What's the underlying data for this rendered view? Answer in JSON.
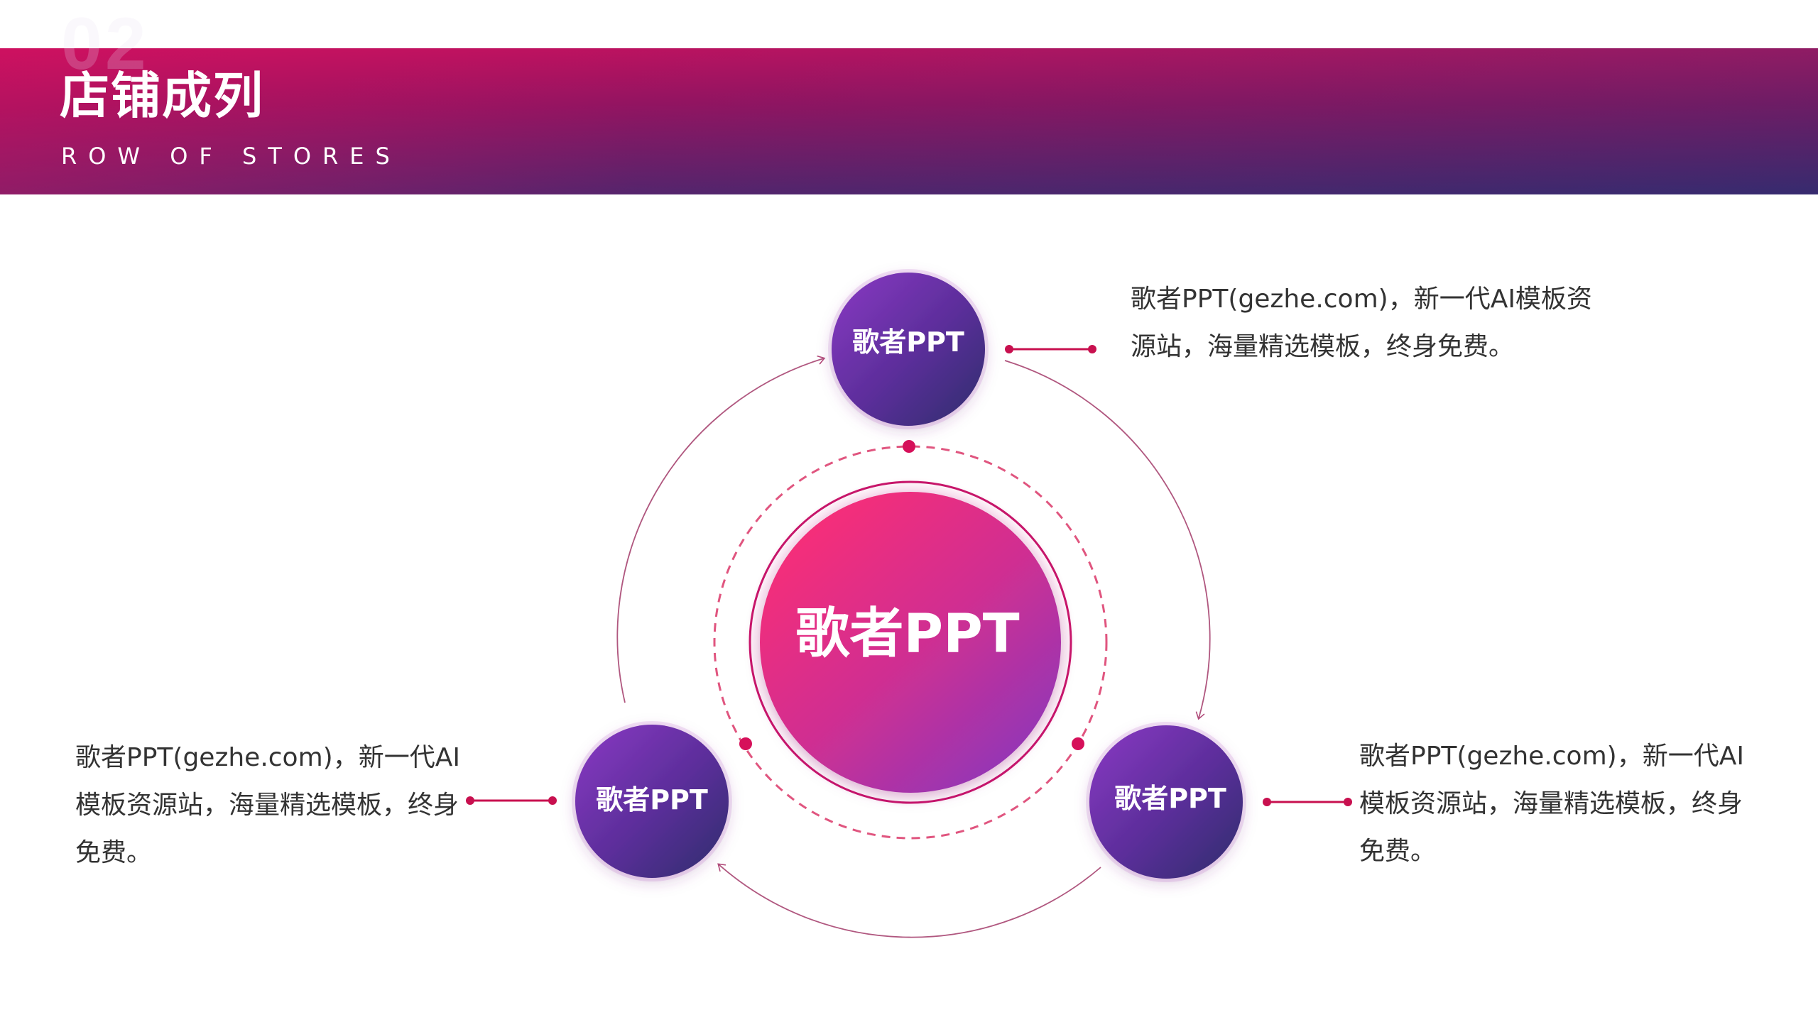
{
  "header": {
    "page_number": "02",
    "title": "店铺成列",
    "subtitle": "ROW OF STORES"
  },
  "diagram": {
    "center_label": "歌者PPT",
    "nodes": [
      {
        "id": "top",
        "label": "歌者PPT",
        "description": "歌者PPT(gezhe.com)，新一代AI模板资源站，海量精选模板，终身免费。"
      },
      {
        "id": "left",
        "label": "歌者PPT",
        "description": "歌者PPT(gezhe.com)，新一代AI模板资源站，海量精选模板，终身免费。"
      },
      {
        "id": "right",
        "label": "歌者PPT",
        "description": "歌者PPT(gezhe.com)，新一代AI模板资源站，海量精选模板，终身免费。"
      }
    ]
  },
  "colors": {
    "accent": "#d6105a",
    "node_purple": "#7a34b8",
    "node_navy": "#2e2d6c",
    "center_pink": "#ef2f7e",
    "center_violet": "#8e36b8",
    "header_navy": "#2f2e6e"
  }
}
